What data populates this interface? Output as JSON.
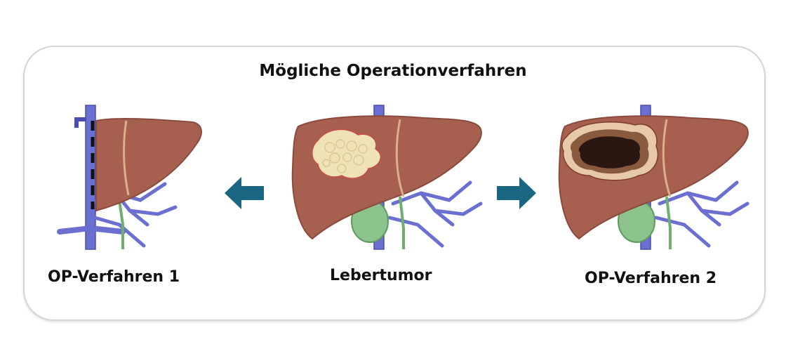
{
  "title": "Mögliche Operationverfahren",
  "panels": {
    "left": {
      "label": "OP-Verfahren 1"
    },
    "center": {
      "label": "Lebertumor"
    },
    "right": {
      "label": "OP-Verfahren 2"
    }
  },
  "colors": {
    "liver": "#a7604f",
    "liver_dark": "#8a4a3d",
    "vein": "#6a6fd0",
    "gallbladder": "#8cc28c",
    "tumor": "#efe2b6",
    "arrow": "#1b6683",
    "border": "#d5d5d5"
  }
}
